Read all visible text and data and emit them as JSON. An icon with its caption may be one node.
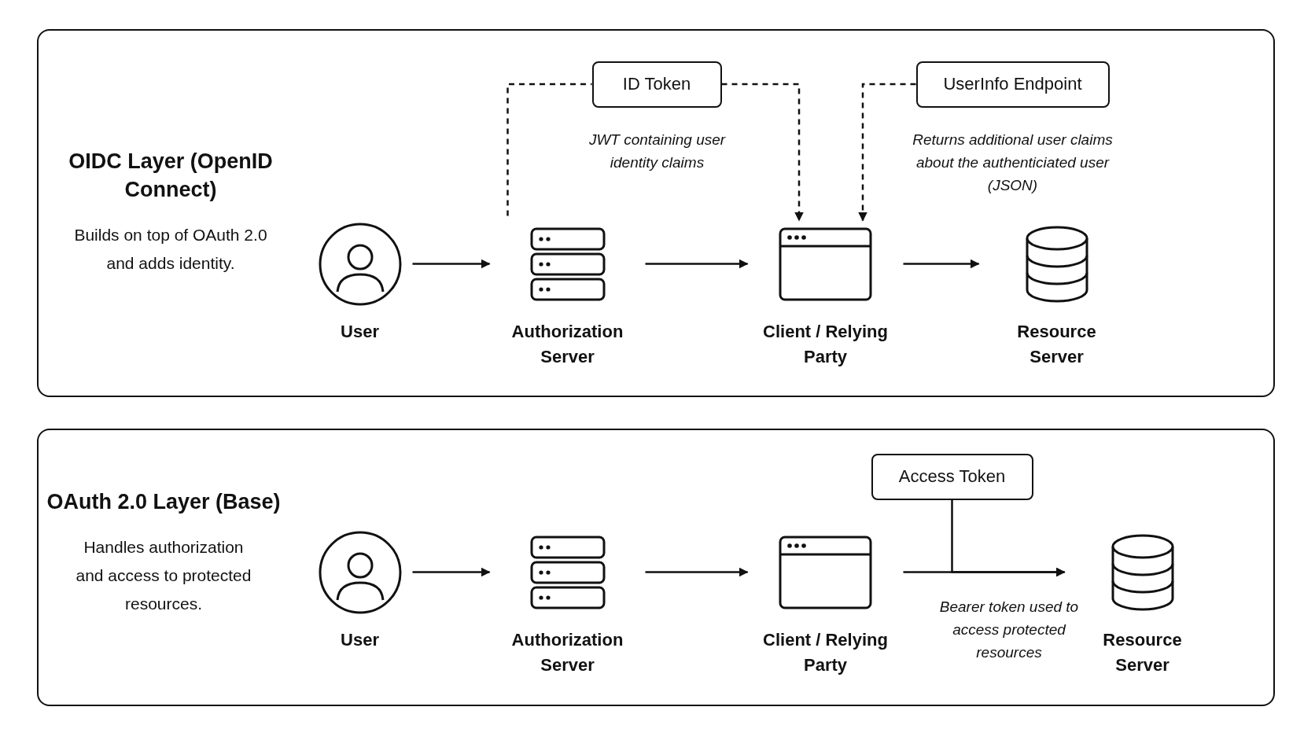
{
  "diagram": {
    "nodes": [
      {
        "text": [
          "OIDC Layer (OpenID Connect)",
          "Builds on top of OAuth 2.0 and adds identity."
        ]
      },
      {
        "text": [
          "User"
        ],
        "in": 0
      },
      {
        "text": [
          "Authorization Server"
        ],
        "in": 0
      },
      {
        "text": [
          "ID Token"
        ],
        "in": 0,
        "beside": [
          "JWT containing user identity claims"
        ]
      },
      {
        "text": [
          "Client / Relying Party"
        ],
        "in": 0
      },
      {
        "text": [
          "UserInfo Endpoint"
        ],
        "in": 0,
        "beside": [
          "Returns additional user claims about the authenticiated user (JSON)"
        ]
      },
      {
        "text": [
          "Resource Server"
        ],
        "in": 0
      },
      {
        "text": [
          "OAuth 2.0 Layer (Base)",
          "Handles authorization and access to protected resources."
        ]
      },
      {
        "text": [
          "User"
        ],
        "in": 7
      },
      {
        "text": [
          "Authorization Server"
        ],
        "in": 7
      },
      {
        "text": [
          "Client / Relying Party"
        ],
        "in": 7
      },
      {
        "text": [
          "Access Token"
        ],
        "in": 7
      },
      {
        "text": [
          "Resource Server"
        ],
        "in": 7
      }
    ],
    "edges": [
      {
        "from": 1,
        "to": 2,
        "arrow": "to"
      },
      {
        "from": 2,
        "to": 4,
        "arrow": "to"
      },
      {
        "from": 4,
        "to": 6,
        "arrow": "to"
      },
      {
        "from": 2,
        "to": 3,
        "arrow": "none",
        "style": "dashed"
      },
      {
        "from": 3,
        "to": 4,
        "arrow": "to",
        "style": "dashed"
      },
      {
        "from": 5,
        "to": 4,
        "arrow": "to",
        "style": "dashed"
      },
      {
        "from": 8,
        "to": 9,
        "arrow": "to"
      },
      {
        "from": 9,
        "to": 10,
        "arrow": "to"
      },
      {
        "from": 10,
        "to": 12,
        "arrow": "to",
        "label": "Bearer token used to access protected resources"
      },
      {
        "from": 11,
        "to": 12,
        "arrow": "to"
      }
    ]
  }
}
